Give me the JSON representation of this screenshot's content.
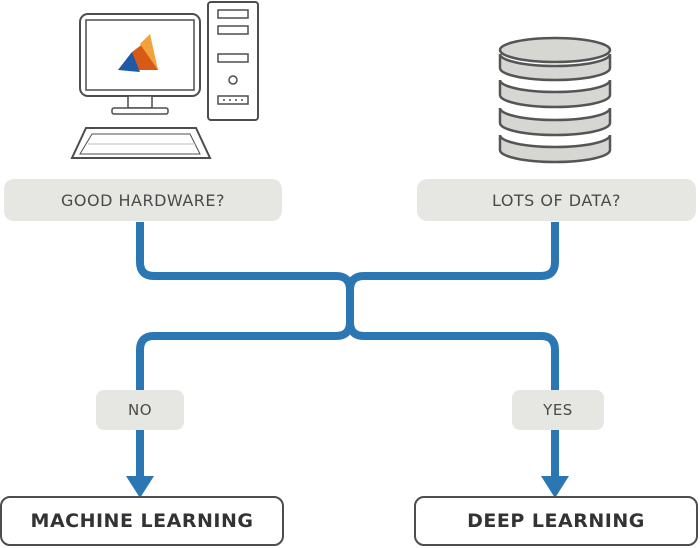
{
  "nodes": {
    "hardware_question": "GOOD HARDWARE?",
    "data_question": "LOTS OF DATA?",
    "no_label": "NO",
    "yes_label": "YES",
    "machine_learning": "MACHINE LEARNING",
    "deep_learning": "DEEP LEARNING"
  },
  "icons": {
    "hardware": "desktop-computer-icon",
    "data": "database-icon"
  },
  "colors": {
    "connector": "#2a77b4",
    "box_fill": "#e6e6e2",
    "outline": "#4d4d4d"
  }
}
